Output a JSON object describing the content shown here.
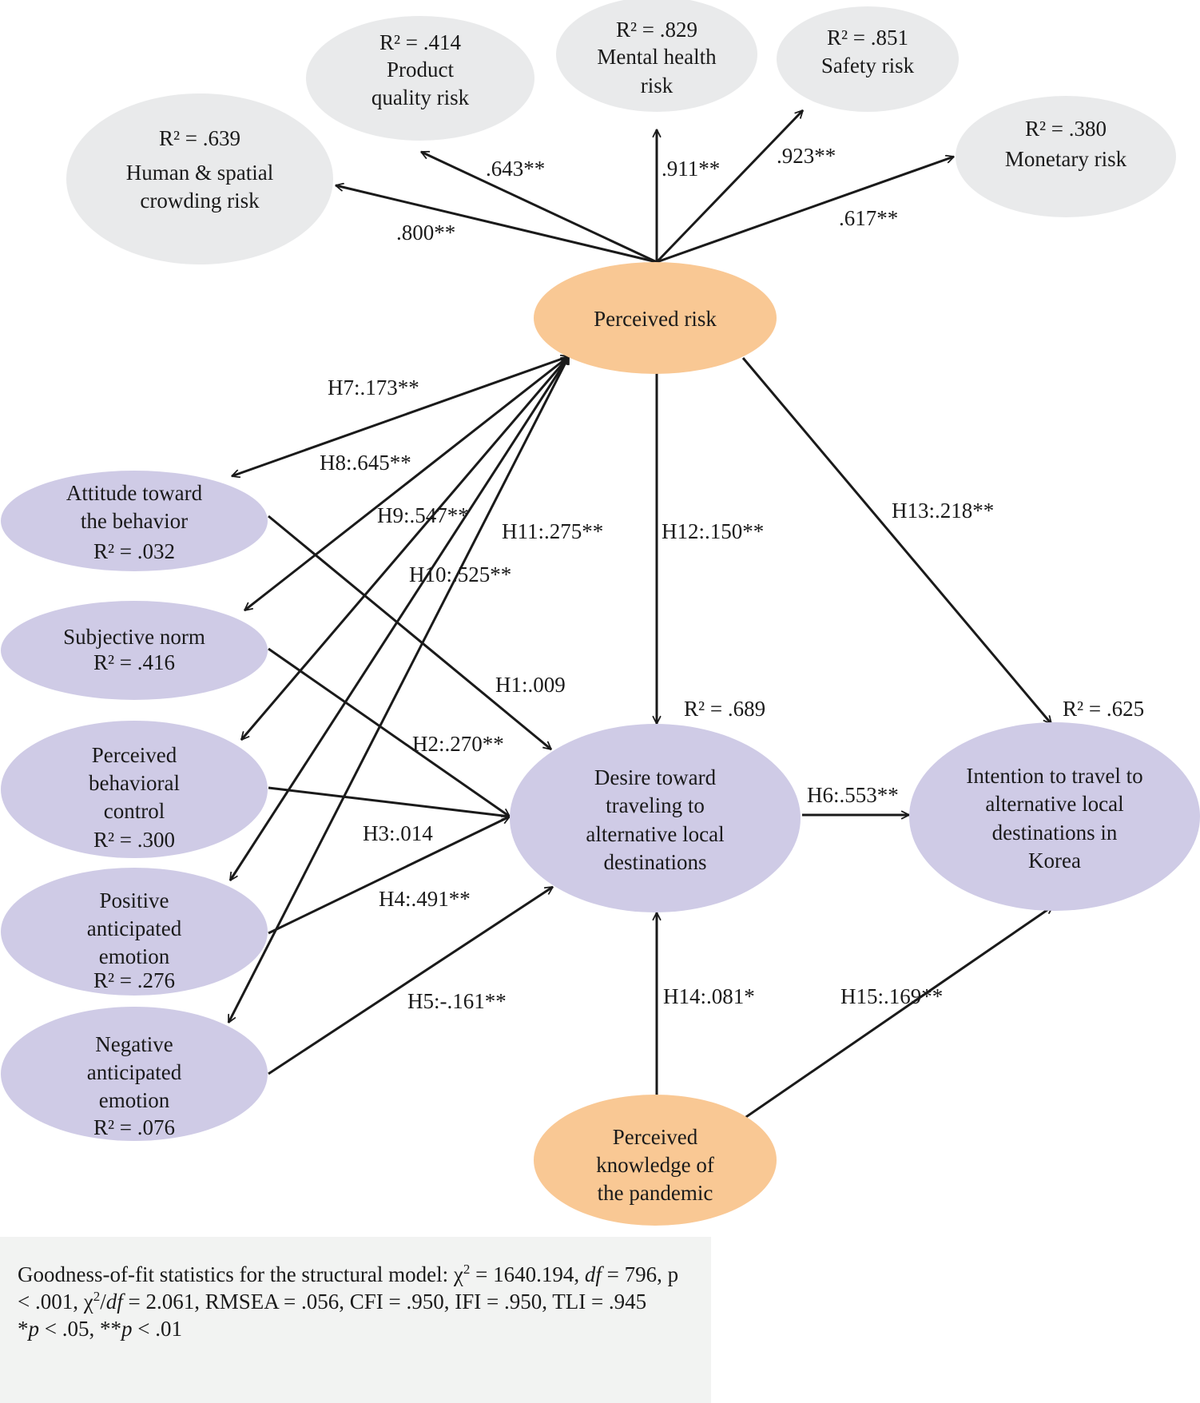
{
  "colors": {
    "first_order_fill": "#e9eaeb",
    "perceived_risk_fill": "#f9c894",
    "tpb_fill": "#cfcbe6",
    "line": "#1a1a1a"
  },
  "nodes": {
    "product_quality": {
      "r2": "R² = .414",
      "lines": [
        "Product",
        "quality risk"
      ]
    },
    "mental_health": {
      "r2": "R² = .829",
      "lines": [
        "Mental health",
        "risk"
      ]
    },
    "safety": {
      "r2": "R² = .851",
      "lines": [
        "Safety risk"
      ]
    },
    "human_spatial": {
      "r2": "R² = .639",
      "lines": [
        "Human & spatial",
        "crowding risk"
      ]
    },
    "monetary": {
      "r2": "R² = .380",
      "lines": [
        "Monetary risk"
      ]
    },
    "perceived_risk": {
      "lines": [
        "Perceived risk"
      ]
    },
    "attitude": {
      "lines": [
        "Attitude toward",
        "the behavior"
      ],
      "r2": "R² = .032"
    },
    "subjective_norm": {
      "lines": [
        "Subjective norm"
      ],
      "r2": "R² = .416"
    },
    "pbc": {
      "lines": [
        "Perceived",
        "behavioral",
        "control"
      ],
      "r2": "R² = .300"
    },
    "positive_emotion": {
      "lines": [
        "Positive",
        "anticipated",
        "emotion"
      ],
      "r2": "R² = .276"
    },
    "negative_emotion": {
      "lines": [
        "Negative",
        "anticipated",
        "emotion"
      ],
      "r2": "R² = .076"
    },
    "desire": {
      "lines": [
        "Desire toward",
        "traveling to",
        "alternative local",
        "destinations"
      ],
      "r2": "R² = .689"
    },
    "intention": {
      "lines": [
        "Intention to travel to",
        "alternative local",
        "destinations in",
        "Korea"
      ],
      "r2": "R² = .625"
    },
    "knowledge": {
      "lines": [
        "Perceived",
        "knowledge of",
        "the pandemic"
      ]
    }
  },
  "edges": {
    "pr_human": ".800**",
    "pr_product": ".643**",
    "pr_mental": ".911**",
    "pr_safety": ".923**",
    "pr_monetary": ".617**",
    "h1": "H1:.009",
    "h2": "H2:.270**",
    "h3": "H3:.014",
    "h4": "H4:.491**",
    "h5": "H5:-.161**",
    "h6": "H6:.553**",
    "h7": "H7:.173**",
    "h8": "H8:.645**",
    "h9": "H9:.547**",
    "h10": "H10:.525**",
    "h11": "H11:.275**",
    "h12": "H12:.150**",
    "h13": "H13:.218**",
    "h14": "H14:.081*",
    "h15": "H15:.169**"
  },
  "footnote": {
    "fit_prefix": "Goodness-of-fit statistics for the structural model: χ",
    "chi_sup": "2",
    "chi_value": " = 1640.194, ",
    "df_word": "df",
    "line2_start": " = 796, p < .001, χ",
    "line2_sup": "2",
    "line2_slash": "/",
    "line2_df": "df",
    "line2_rest": " = 2.061, RMSEA = .056, CFI = .950, IFI = .950, TLI = .945",
    "sig_star": "*",
    "sig_p1": "p",
    "sig_mid": " < .05, **",
    "sig_p2": "p",
    "sig_end": " < .01"
  }
}
